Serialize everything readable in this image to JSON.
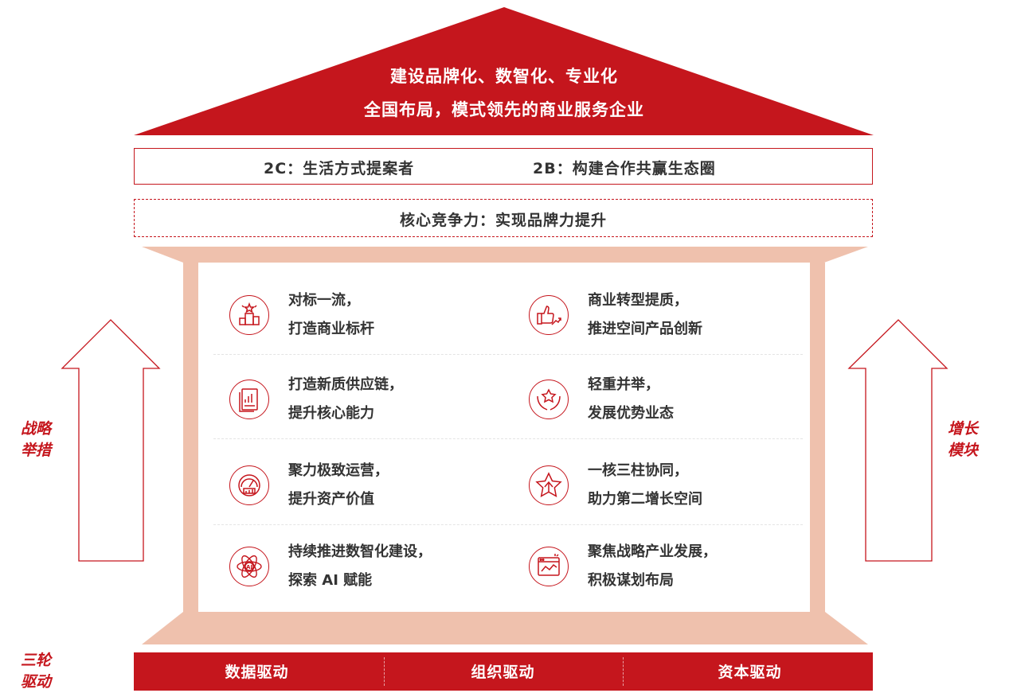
{
  "roof": {
    "line1": "建设品牌化、数智化、专业化",
    "line2": "全国布局，模式领先的商业服务企业"
  },
  "positioning": {
    "left": "2C：生活方式提案者",
    "right": "2B：构建合作共赢生态圈"
  },
  "core": "核心竞争力：实现品牌力提升",
  "pillars": {
    "left": [
      {
        "icon": "trophy-podium-icon",
        "line1": "对标一流，",
        "line2": "打造商业标杆"
      },
      {
        "icon": "report-chart-icon",
        "line1": "打造新质供应链，",
        "line2": "提升核心能力"
      },
      {
        "icon": "gauge-dashboard-icon",
        "line1": "聚力极致运营，",
        "line2": "提升资产价值"
      },
      {
        "icon": "ai-atom-icon",
        "line1": "持续推进数智化建设，",
        "line2": "探索 AI 赋能"
      }
    ],
    "right": [
      {
        "icon": "thumbs-up-trend-icon",
        "line1": "商业转型提质，",
        "line2": "推进空间产品创新"
      },
      {
        "icon": "hands-star-icon",
        "line1": "轻重并举，",
        "line2": "发展优势业态"
      },
      {
        "icon": "star-arrow-up-icon",
        "line1": "一核三柱协同，",
        "line2": "助力第二增长空间"
      },
      {
        "icon": "browser-chart-icon",
        "line1": "聚焦战略产业发展，",
        "line2": "积极谋划布局"
      }
    ]
  },
  "side_labels": {
    "left_line1": "战略",
    "left_line2": "举措",
    "right_line1": "增长",
    "right_line2": "模块",
    "bottom_line1": "三轮",
    "bottom_line2": "驱动"
  },
  "drivers": [
    "数据驱动",
    "组织驱动",
    "资本驱动"
  ],
  "colors": {
    "brand_red": "#c5161d",
    "frame_peach": "#efc1ad",
    "text_dark": "#333333"
  }
}
